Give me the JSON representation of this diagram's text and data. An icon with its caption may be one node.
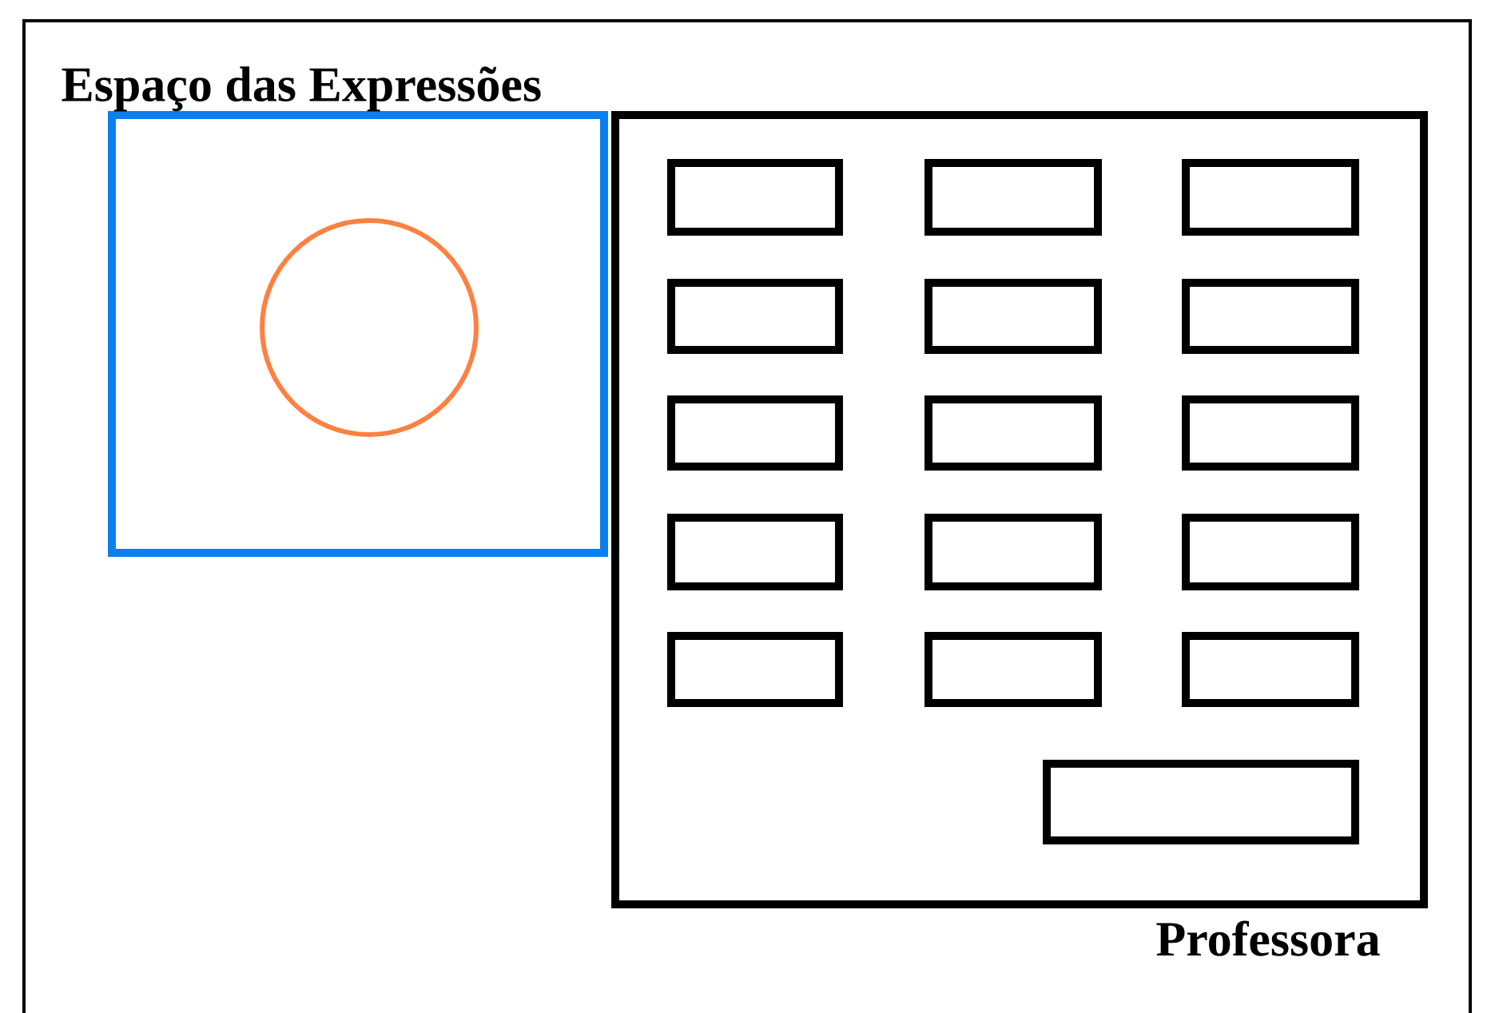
{
  "diagram": {
    "nodes": [
      {
        "text": [
          "Espaço das Expressões"
        ]
      },
      {
        "text": [],
        "shape": "circle",
        "in": 0
      },
      {
        "text": [
          "Professora"
        ]
      },
      {
        "text": [],
        "shape": "box",
        "in": 2
      },
      {
        "text": [],
        "shape": "box",
        "in": 2
      },
      {
        "text": [],
        "shape": "box",
        "in": 2
      },
      {
        "text": [],
        "shape": "box",
        "in": 2
      },
      {
        "text": [],
        "shape": "box",
        "in": 2
      },
      {
        "text": [],
        "shape": "box",
        "in": 2
      },
      {
        "text": [],
        "shape": "box",
        "in": 2
      },
      {
        "text": [],
        "shape": "box",
        "in": 2
      },
      {
        "text": [],
        "shape": "box",
        "in": 2
      },
      {
        "text": [],
        "shape": "box",
        "in": 2
      },
      {
        "text": [],
        "shape": "box",
        "in": 2
      },
      {
        "text": [],
        "shape": "box",
        "in": 2
      },
      {
        "text": [],
        "shape": "box",
        "in": 2
      },
      {
        "text": [],
        "shape": "box",
        "in": 2
      },
      {
        "text": [],
        "shape": "box",
        "in": 2
      },
      {
        "text": [],
        "shape": "box",
        "in": 2
      }
    ]
  }
}
